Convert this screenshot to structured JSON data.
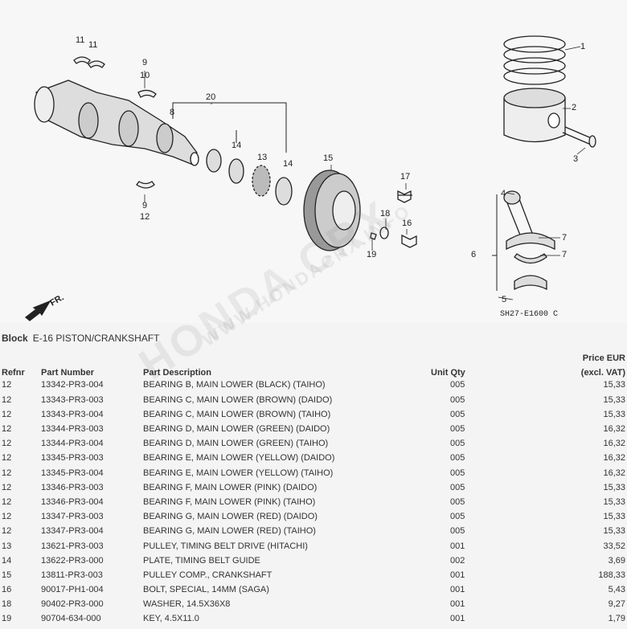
{
  "diagram": {
    "callouts": [
      "11",
      "11",
      "9",
      "10",
      "20",
      "8",
      "14",
      "13",
      "14",
      "15",
      "17",
      "18",
      "16",
      "19",
      "9",
      "12",
      "1",
      "2",
      "3",
      "4",
      "6",
      "7",
      "7",
      "5"
    ],
    "front_label": "FR.",
    "code": "SH27-E1600 C",
    "watermark": "HONDA CRX",
    "watermark_url": "WWW.HONDACRX.INFO"
  },
  "block": {
    "label": "Block",
    "title": "E-16 PISTON/CRANKSHAFT"
  },
  "table": {
    "headers": {
      "refnr": "Refnr",
      "part_number": "Part Number",
      "description": "Part Description",
      "qty": "Unit Qty",
      "price1": "Price EUR",
      "price2": "(excl. VAT)"
    },
    "rows": [
      {
        "ref": "12",
        "pn": "13342-PR3-004",
        "desc": "BEARING B, MAIN LOWER (BLACK) (TAIHO)",
        "qty": "005",
        "price": "15,33"
      },
      {
        "ref": "12",
        "pn": "13343-PR3-003",
        "desc": "BEARING C, MAIN LOWER (BROWN) (DAIDO)",
        "qty": "005",
        "price": "15,33"
      },
      {
        "ref": "12",
        "pn": "13343-PR3-004",
        "desc": "BEARING C, MAIN LOWER (BROWN) (TAIHO)",
        "qty": "005",
        "price": "15,33"
      },
      {
        "ref": "12",
        "pn": "13344-PR3-003",
        "desc": "BEARING D, MAIN LOWER (GREEN) (DAIDO)",
        "qty": "005",
        "price": "16,32"
      },
      {
        "ref": "12",
        "pn": "13344-PR3-004",
        "desc": "BEARING D, MAIN LOWER (GREEN) (TAIHO)",
        "qty": "005",
        "price": "16,32"
      },
      {
        "ref": "12",
        "pn": "13345-PR3-003",
        "desc": "BEARING E, MAIN LOWER (YELLOW) (DAIDO)",
        "qty": "005",
        "price": "16,32"
      },
      {
        "ref": "12",
        "pn": "13345-PR3-004",
        "desc": "BEARING E, MAIN LOWER (YELLOW) (TAIHO)",
        "qty": "005",
        "price": "16,32"
      },
      {
        "ref": "12",
        "pn": "13346-PR3-003",
        "desc": "BEARING F, MAIN LOWER (PINK) (DAIDO)",
        "qty": "005",
        "price": "15,33"
      },
      {
        "ref": "12",
        "pn": "13346-PR3-004",
        "desc": "BEARING F, MAIN LOWER (PINK) (TAIHO)",
        "qty": "005",
        "price": "15,33"
      },
      {
        "ref": "12",
        "pn": "13347-PR3-003",
        "desc": "BEARING G, MAIN LOWER (RED) (DAIDO)",
        "qty": "005",
        "price": "15,33"
      },
      {
        "ref": "12",
        "pn": "13347-PR3-004",
        "desc": "BEARING G, MAIN LOWER (RED) (TAIHO)",
        "qty": "005",
        "price": "15,33"
      },
      {
        "ref": "13",
        "pn": "13621-PR3-003",
        "desc": "PULLEY, TIMING BELT DRIVE (HITACHI)",
        "qty": "001",
        "price": "33,52"
      },
      {
        "ref": "14",
        "pn": "13622-PR3-000",
        "desc": "PLATE, TIMING BELT GUIDE",
        "qty": "002",
        "price": "3,69"
      },
      {
        "ref": "15",
        "pn": "13811-PR3-003",
        "desc": "PULLEY COMP., CRANKSHAFT",
        "qty": "001",
        "price": "188,33"
      },
      {
        "ref": "16",
        "pn": "90017-PH1-004",
        "desc": "BOLT, SPECIAL, 14MM (SAGA)",
        "qty": "001",
        "price": "5,43"
      },
      {
        "ref": "18",
        "pn": "90402-PR3-000",
        "desc": "WASHER, 14.5X36X8",
        "qty": "001",
        "price": "9,27"
      },
      {
        "ref": "19",
        "pn": "90704-634-000",
        "desc": "KEY, 4.5X11.0",
        "qty": "001",
        "price": "1,79"
      }
    ]
  }
}
